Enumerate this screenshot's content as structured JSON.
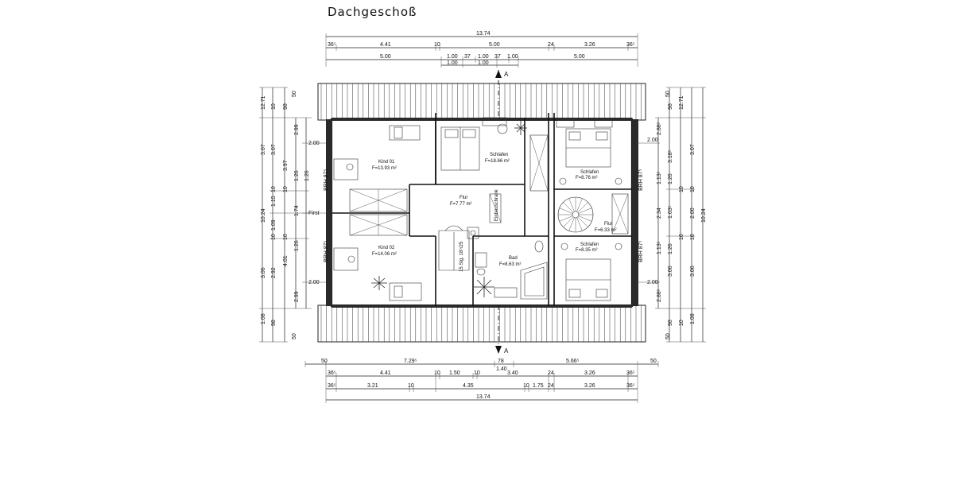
{
  "title": "Dachgeschoß",
  "top_dims": {
    "total": "13.74",
    "row1": [
      "36⁵",
      "4.41",
      "10",
      "5.00",
      "24",
      "3.26",
      "36⁵"
    ],
    "row2": [
      "5.00",
      "1.00",
      "37",
      "1.00",
      "37",
      "1.00",
      "5.00"
    ],
    "row3": [
      "1.00",
      "1.00"
    ]
  },
  "bottom_dims": {
    "row1": [
      "50",
      "7.29⁵",
      "78",
      "5.66⁵",
      "50"
    ],
    "row2": [
      "36⁵",
      "4.41",
      "10",
      "1.50",
      "10",
      "3.40",
      "24",
      "3.26",
      "36⁵"
    ],
    "row2b": "1.40",
    "row3": [
      "36⁵",
      "3.21",
      "10",
      "4.35",
      "10",
      "1.75",
      "24",
      "3.26",
      "36⁵"
    ],
    "total": "13.74"
  },
  "left_dims": {
    "col1": [
      "12.71",
      "10.24"
    ],
    "col2": [
      "3.07",
      "1.15",
      "1.09",
      "2.92"
    ],
    "col3": [
      "3.07",
      "3.97",
      "4.01",
      "3.06"
    ],
    "col4": [
      "2.99",
      "1.26",
      "1.26",
      "1.74",
      "1.26",
      "2.99"
    ],
    "small": [
      "10",
      "98",
      "10",
      "10",
      "10",
      "10",
      "98",
      "50",
      "1.08",
      "50"
    ],
    "brh": [
      "BRH 87⁵",
      "BRH 87⁵"
    ],
    "levels": [
      "2.00",
      "First",
      "2.00"
    ]
  },
  "right_dims": {
    "col1": [
      "2.88⁵",
      "3.18⁵",
      "1.13⁵",
      "2.34",
      "1.13⁵",
      "2.88⁵"
    ],
    "col2": [
      "98",
      "1.26",
      "1.63⁵",
      "1.26",
      "3.06",
      "98"
    ],
    "col3": [
      "12.71",
      "3.07",
      "2.00",
      "3.06",
      "1.08"
    ],
    "col4": [
      "10.24"
    ],
    "small": [
      "10",
      "10",
      "10",
      "10",
      "10",
      "50",
      "50"
    ],
    "brh": [
      "BRH 87⁵",
      "BRH 87⁵"
    ],
    "levels": [
      "2.00",
      "2.00"
    ]
  },
  "section_marks": [
    "A",
    "A"
  ],
  "rooms": {
    "kind01": {
      "name": "Kind 01",
      "area": "F=13.93 m²"
    },
    "schlafen_main": {
      "name": "Schlafen",
      "area": "F=18.66 m²"
    },
    "schlafen_r1": {
      "name": "Schlafen",
      "area": "F=8.76 m²"
    },
    "flur_main": {
      "name": "Flur",
      "area": "F=7.77 m²"
    },
    "kind02": {
      "name": "Kind 02",
      "area": "F=14.06 m²"
    },
    "bad": {
      "name": "Bad",
      "area": "F=8.63 m²"
    },
    "flur_r": {
      "name": "Flur",
      "area": "F=6.33 m²"
    },
    "schlafen_r2": {
      "name": "Schlafen",
      "area": "F=8.35 m²"
    }
  },
  "stair_label": "15 Stg. 18⁵/25",
  "cabinet_label": "Einbauschrank"
}
